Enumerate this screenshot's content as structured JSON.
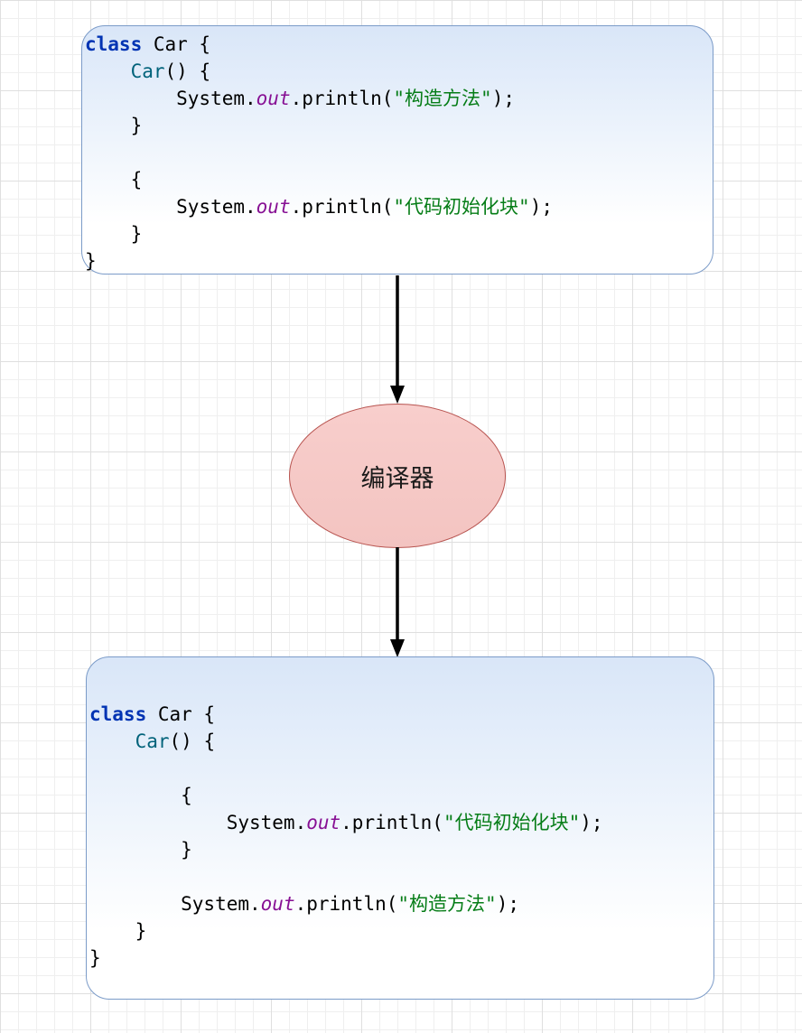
{
  "diagram": {
    "compiler_node": {
      "label": "编译器"
    },
    "code_blocks": {
      "before": {
        "lines": [
          [
            {
              "type": "keyword",
              "text": "class"
            },
            {
              "type": "plain",
              "text": " Car {"
            }
          ],
          [
            {
              "type": "plain",
              "text": "    "
            },
            {
              "type": "method",
              "text": "Car"
            },
            {
              "type": "plain",
              "text": "() {"
            }
          ],
          [
            {
              "type": "plain",
              "text": "        System."
            },
            {
              "type": "field",
              "text": "out"
            },
            {
              "type": "plain",
              "text": ".println("
            },
            {
              "type": "string",
              "text": "\"构造方法\""
            },
            {
              "type": "plain",
              "text": ");"
            }
          ],
          [
            {
              "type": "plain",
              "text": "    }"
            }
          ],
          [],
          [
            {
              "type": "plain",
              "text": "    {"
            }
          ],
          [
            {
              "type": "plain",
              "text": "        System."
            },
            {
              "type": "field",
              "text": "out"
            },
            {
              "type": "plain",
              "text": ".println("
            },
            {
              "type": "string",
              "text": "\"代码初始化块\""
            },
            {
              "type": "plain",
              "text": ");"
            }
          ],
          [
            {
              "type": "plain",
              "text": "    }"
            }
          ],
          [
            {
              "type": "plain",
              "text": "}"
            }
          ]
        ]
      },
      "after": {
        "lines": [
          [
            {
              "type": "keyword",
              "text": "class"
            },
            {
              "type": "plain",
              "text": " Car {"
            }
          ],
          [
            {
              "type": "plain",
              "text": "    "
            },
            {
              "type": "method",
              "text": "Car"
            },
            {
              "type": "plain",
              "text": "() {"
            }
          ],
          [],
          [
            {
              "type": "plain",
              "text": "        {"
            }
          ],
          [
            {
              "type": "plain",
              "text": "            System."
            },
            {
              "type": "field",
              "text": "out"
            },
            {
              "type": "plain",
              "text": ".println("
            },
            {
              "type": "string",
              "text": "\"代码初始化块\""
            },
            {
              "type": "plain",
              "text": ");"
            }
          ],
          [
            {
              "type": "plain",
              "text": "        }"
            }
          ],
          [],
          [
            {
              "type": "plain",
              "text": "        System."
            },
            {
              "type": "field",
              "text": "out"
            },
            {
              "type": "plain",
              "text": ".println("
            },
            {
              "type": "string",
              "text": "\"构造方法\""
            },
            {
              "type": "plain",
              "text": ");"
            }
          ],
          [
            {
              "type": "plain",
              "text": "    }"
            }
          ],
          [
            {
              "type": "plain",
              "text": "}"
            }
          ]
        ]
      }
    },
    "colors": {
      "code_box_fill_top": "#dae8fc",
      "code_box_border": "#7b9bc8",
      "ellipse_fill": "#f8cecc",
      "ellipse_border": "#b85450",
      "token_keyword": "#0033b3",
      "token_method": "#00627a",
      "token_field": "#871094",
      "token_string": "#067d17",
      "arrow": "#000000"
    }
  }
}
